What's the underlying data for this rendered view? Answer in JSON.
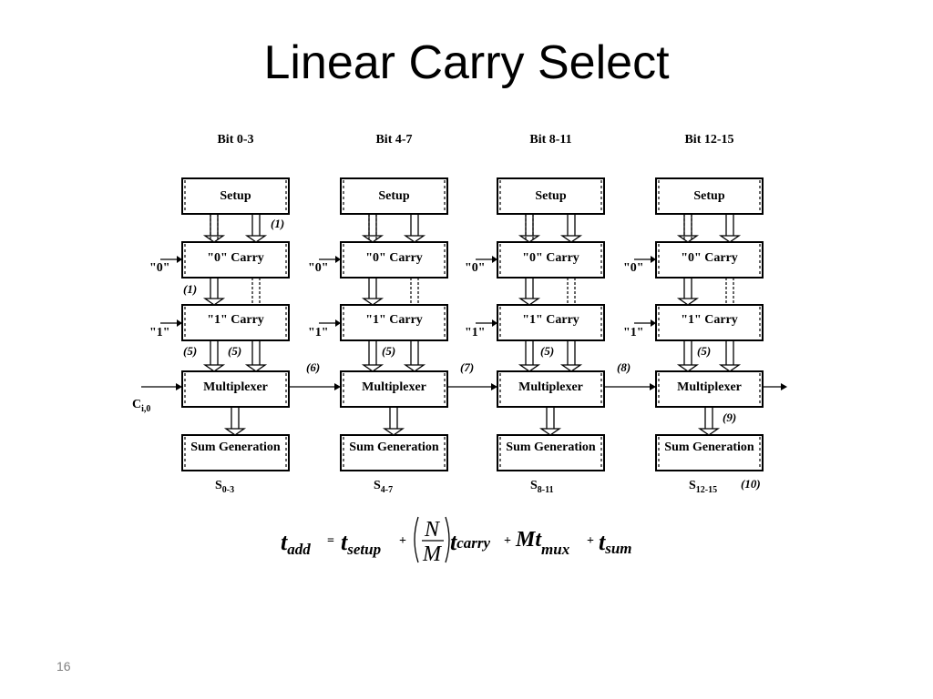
{
  "slide": {
    "title": "Linear Carry Select",
    "page_number": "16"
  },
  "diagram": {
    "columns": [
      {
        "header": "Bit 0-3",
        "sum_main": "S",
        "sum_sub": "0-3"
      },
      {
        "header": "Bit 4-7",
        "sum_main": "S",
        "sum_sub": "4-7"
      },
      {
        "header": "Bit 8-11",
        "sum_main": "S",
        "sum_sub": "8-11"
      },
      {
        "header": "Bit 12-15",
        "sum_main": "S",
        "sum_sub": "12-15"
      }
    ],
    "blocks": {
      "setup": "Setup",
      "carry0": "\"0\" Carry",
      "carry1": "\"1\" Carry",
      "mux": "Multiplexer",
      "sum": "Sum Generation"
    },
    "inputs": {
      "zero": "\"0\"",
      "one": "\"1\"",
      "carry_in_main": "C",
      "carry_in_sub": "i,0"
    },
    "delay_labels": {
      "d1_setup": "(1)",
      "d1_carry": "(1)",
      "d5_a": "(5)",
      "d5_b": "(5)",
      "d5_col2": "(5)",
      "d5_col3": "(5)",
      "d5_col4": "(5)",
      "d6": "(6)",
      "d7": "(7)",
      "d8": "(8)",
      "d9": "(9)",
      "d10": "(10)"
    }
  },
  "equation": {
    "lhs_main": "t",
    "lhs_sub": "add",
    "equals": "=",
    "setup_main": "t",
    "setup_sub": "setup",
    "plus1": "+",
    "frac_num": "N",
    "frac_den": "M",
    "carry_main": "t",
    "carry_sub": "carry",
    "plus2": "+",
    "mux_main": "Mt",
    "mux_sub": "mux",
    "plus3": "+",
    "sum_main": "t",
    "sum_sub": "sum"
  }
}
